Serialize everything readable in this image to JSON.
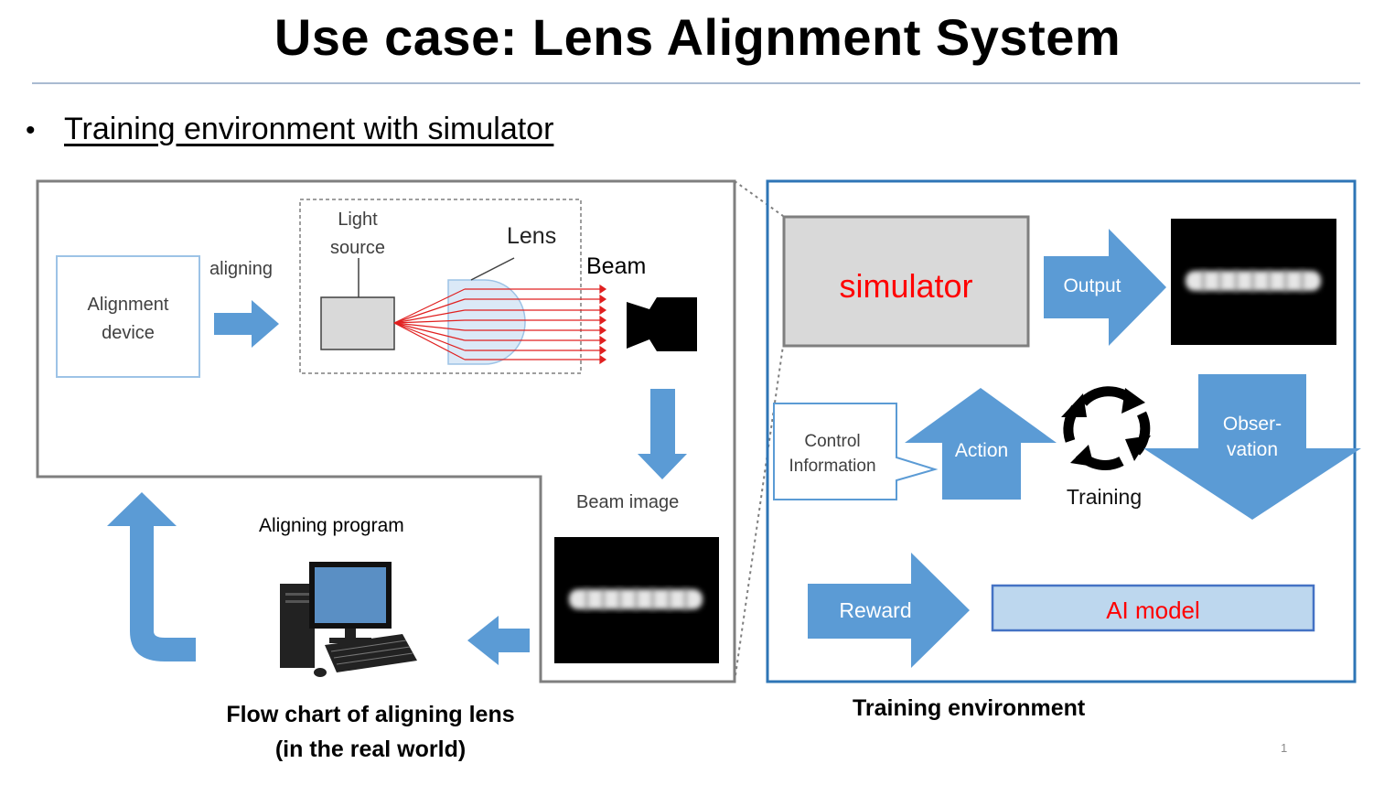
{
  "title": "Use case: Lens Alignment System",
  "bullet": "•",
  "subtitle": "Training environment with simulator",
  "real_world": {
    "alignment_device": [
      "Alignment",
      "device"
    ],
    "aligning": "aligning",
    "light_source": [
      "Light",
      "source"
    ],
    "lens": "Lens",
    "beam": "Beam",
    "beam_image": "Beam image",
    "aligning_program": "Aligning program",
    "caption": [
      "Flow chart of aligning lens",
      "(in the real world)"
    ]
  },
  "training": {
    "simulator": "simulator",
    "output": "Output",
    "control_information": [
      "Control",
      "Information"
    ],
    "action": "Action",
    "training": "Training",
    "observation": [
      "Obser-",
      "vation"
    ],
    "reward": "Reward",
    "ai_model": "AI model",
    "caption": "Training environment"
  },
  "page_number": "1",
  "colors": {
    "arrow_blue": "#5b9bd5",
    "frame_blue": "#2e75b6",
    "ray_red": "#e02020",
    "accent_red": "#ff0000",
    "ai_fill": "#bdd7ee",
    "ai_border": "#4472c4",
    "sim_fill": "#d9d9d9"
  }
}
